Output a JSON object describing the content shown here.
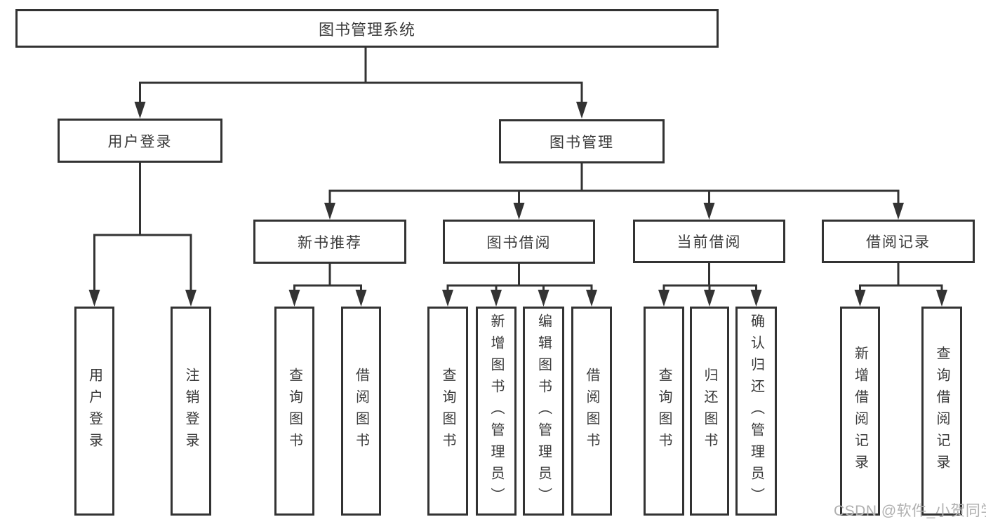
{
  "title": "图书管理系统",
  "tree": {
    "label": "图书管理系统",
    "children": [
      {
        "label": "用户登录",
        "children": [
          {
            "label": "用户登录"
          },
          {
            "label": "注销登录"
          }
        ]
      },
      {
        "label": "图书管理",
        "children": [
          {
            "label": "新书推荐",
            "children": [
              {
                "label": "查询图书"
              },
              {
                "label": "借阅图书"
              }
            ]
          },
          {
            "label": "图书借阅",
            "children": [
              {
                "label": "查询图书"
              },
              {
                "label": "新增图书（管理员）"
              },
              {
                "label": "编辑图书（管理员）"
              },
              {
                "label": "借阅图书"
              }
            ]
          },
          {
            "label": "当前借阅",
            "children": [
              {
                "label": "查询图书"
              },
              {
                "label": "归还图书"
              },
              {
                "label": "确认归还（管理员）"
              }
            ]
          },
          {
            "label": "借阅记录",
            "children": [
              {
                "label": "新增借阅记录"
              },
              {
                "label": "查询借阅记录"
              }
            ]
          }
        ]
      }
    ]
  },
  "watermark": {
    "text": "CSDN @软件_小贺同学"
  },
  "colors": {
    "line": "#333333",
    "text": "#3a3a3a",
    "watermark": "#b0b0b0",
    "background": "#ffffff"
  }
}
